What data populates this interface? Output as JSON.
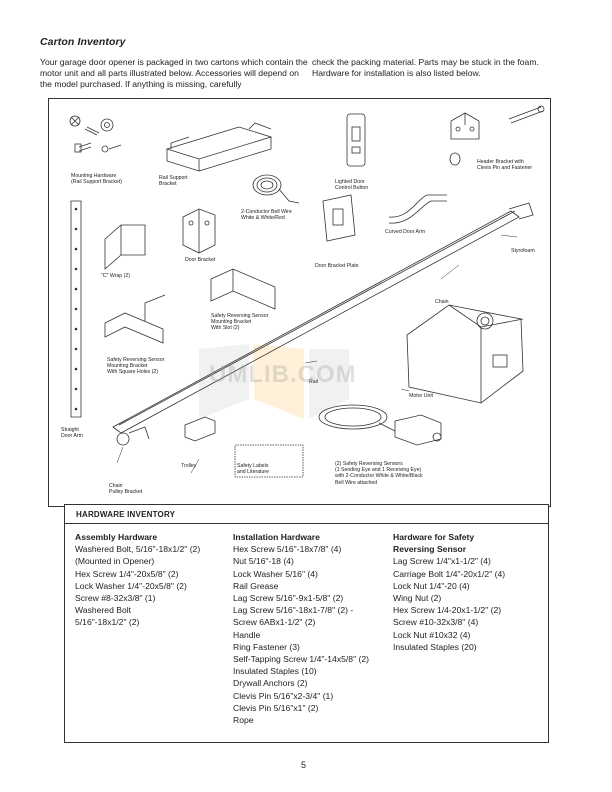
{
  "page": {
    "title": "Carton Inventory",
    "intro_left": "Your garage door opener is packaged in two cartons which contain the motor unit and all parts illustrated below. Accessories will depend on the model purchased. If anything is missing, carefully",
    "intro_right": "check the packing material. Parts may be stuck in the foam. Hardware for installation is also listed below.",
    "page_number": "5"
  },
  "figure": {
    "watermark": "UMLIB.COM",
    "labels": {
      "mounting_hardware": "Mounting Hardware\n(Rail Support Bracket)",
      "rail_support_bracket": "Rail Support\nBracket",
      "wire": "2-Conductor Bell Wire\nWhite & White/Red",
      "lighted_button": "Lighted Door\nControl Button",
      "header_bracket": "Header Bracket with\nClevis Pin and Fastener",
      "c_wrap": "\"C\" Wrap (2)",
      "door_bracket": "Door Bracket",
      "door_bracket_plate": "Door Bracket Plate",
      "curved_arm": "Curved Door Arm",
      "styrofoam": "Styrofoam",
      "chain": "Chain",
      "srs_slot": "Safety Reversing Sensor\nMounting Bracket\nWith Slot (2)",
      "srs_square": "Safety Reversing Sensor\nMounting Bracket\nWith Square Holes (2)",
      "rail": "Rail",
      "motor_unit": "Motor Unit",
      "straight_arm": "Straight\nDoor Arm",
      "trolley": "Trolley",
      "safety_labels": "Safety Labels\nand Literature",
      "sensors": "(2) Safety Reversing Sensors\n(1 Sending Eye and 1 Receiving Eye)\nwith 2-Conductor White & White/Black\nBell Wire attached",
      "chain_pulley": "Chain\nPulley Bracket"
    }
  },
  "inventory": {
    "header": "HARDWARE INVENTORY",
    "columns": [
      {
        "heading": [
          "Assembly Hardware"
        ],
        "items": [
          "Washered Bolt, 5/16\"-18x1/2\" (2)",
          "(Mounted in Opener)",
          "Hex Screw 1/4\"-20x5/8\" (2)",
          "Lock Washer 1/4\"-20x5/8\" (2)",
          "Screw #8-32x3/8\" (1)",
          "Washered Bolt",
          "5/16\"-18x1/2\" (2)"
        ]
      },
      {
        "heading": [
          "Installation Hardware"
        ],
        "items": [
          "Hex Screw 5/16\"-18x7/8\" (4)",
          "Nut 5/16\"-18 (4)",
          "Lock Washer 5/16\" (4)",
          "Rail Grease",
          "Lag Screw 5/16\"-9x1-5/8\" (2)",
          "Lag Screw 5/16\"-18x1-7/8\" (2) -",
          "Screw 6ABx1-1/2\" (2)",
          "Handle",
          "Ring Fastener (3)",
          "Self-Tapping Screw 1/4\"-14x5/8\" (2)",
          "Insulated Staples (10)",
          "Drywall Anchors (2)",
          "Clevis Pin 5/16\"x2-3/4\" (1)",
          "Clevis Pin 5/16\"x1\" (2)",
          "Rope"
        ]
      },
      {
        "heading": [
          "Hardware for Safety",
          "Reversing Sensor"
        ],
        "items": [
          "Lag Screw 1/4\"x1-1/2\" (4)",
          "Carriage Bolt 1/4\"-20x1/2\" (4)",
          "Lock Nut 1/4\"-20 (4)",
          "Wing Nut (2)",
          "Hex Screw 1/4-20x1-1/2\" (2)",
          "Screw #10-32x3/8\" (4)",
          "Lock Nut #10x32 (4)",
          "Insulated Staples (20)"
        ]
      }
    ]
  }
}
